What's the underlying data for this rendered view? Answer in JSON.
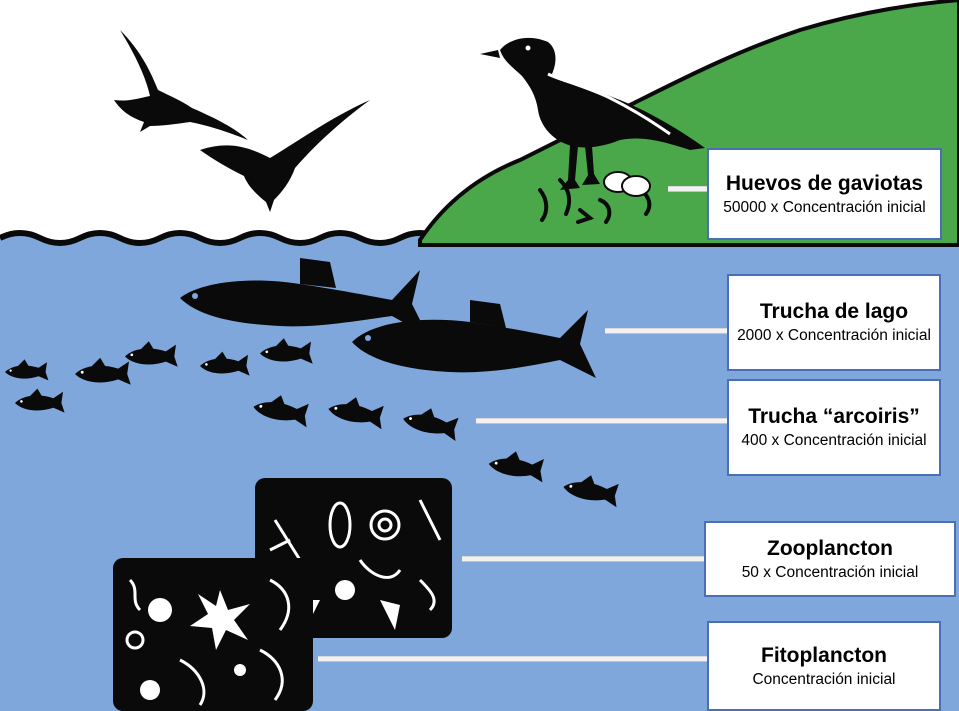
{
  "colors": {
    "water": "#7fa7dc",
    "sky": "#ffffff",
    "land": "#4aa84a",
    "silhouette": "#0a0a0a",
    "box_border": "#4a6fb5"
  },
  "levels": [
    {
      "title": "Huevos de gaviotas",
      "subtitle": "50000 x Concentración inicial"
    },
    {
      "title": "Trucha de lago",
      "subtitle": "2000 x Concentración inicial"
    },
    {
      "title": "Trucha “arcoiris”",
      "subtitle": "400 x Concentración inicial"
    },
    {
      "title": "Zooplancton",
      "subtitle": "50 x Concentración inicial"
    },
    {
      "title": "Fitoplancton",
      "subtitle": "Concentración inicial"
    }
  ]
}
